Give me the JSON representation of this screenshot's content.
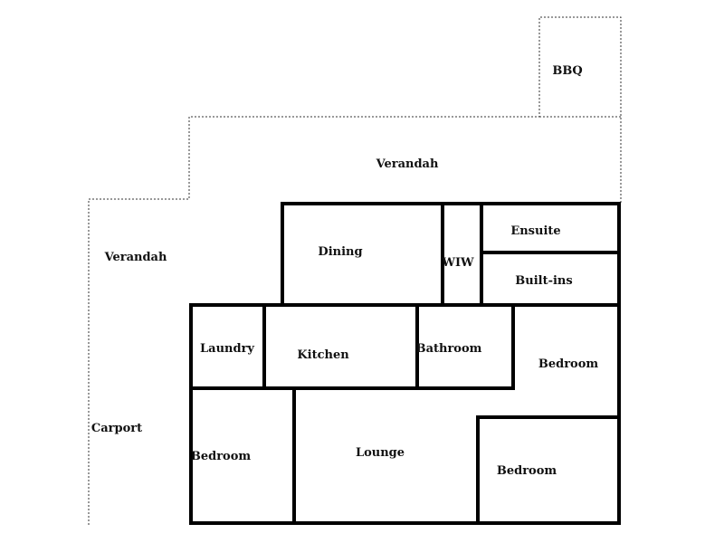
{
  "plan": {
    "labels": {
      "bbq": "BBQ",
      "verandah_top": "Verandah",
      "verandah_left": "Verandah",
      "carport": "Carport",
      "dining": "Dining",
      "wiw": "WIW",
      "ensuite": "Ensuite",
      "builtins": "Built-ins",
      "laundry": "Laundry",
      "kitchen": "Kitchen",
      "bathroom": "Bathroom",
      "bedroom_right": "Bedroom",
      "bedroom_left": "Bedroom",
      "lounge": "Lounge",
      "bedroom_bottom_right": "Bedroom"
    }
  }
}
